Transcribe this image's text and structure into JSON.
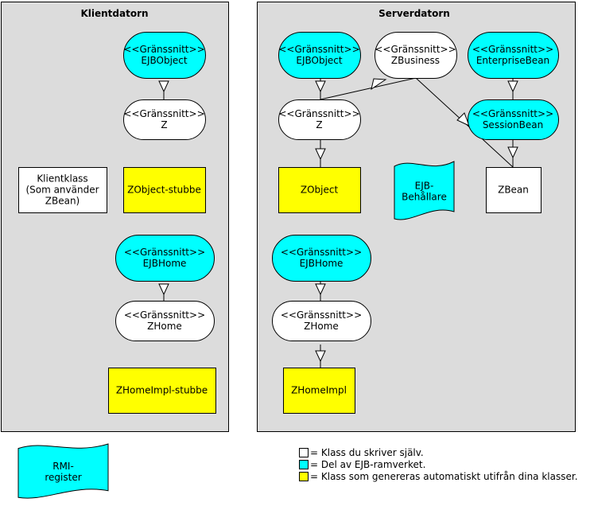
{
  "colors": {
    "panel": "#dcdcdc",
    "white": "#ffffff",
    "cyan": "#00ffff",
    "yellow": "#ffff00"
  },
  "panels": {
    "client": {
      "title": "Klientdatorn"
    },
    "server": {
      "title": "Serverdatorn"
    }
  },
  "nodes": {
    "c_ejbobject": {
      "lines": [
        "<<Gränssnitt>>",
        "EJBObject"
      ]
    },
    "c_z": {
      "lines": [
        "<<Gränssnitt>>",
        "Z"
      ]
    },
    "c_klientklass": {
      "lines": [
        "Klientklass",
        "(Som använder",
        "ZBean)"
      ]
    },
    "c_zobjstub": {
      "lines": [
        "ZObject-stubbe"
      ]
    },
    "c_ejbhome": {
      "lines": [
        "<<Gränssnitt>>",
        "EJBHome"
      ]
    },
    "c_zhome": {
      "lines": [
        "<<Gränssnitt>>",
        "ZHome"
      ]
    },
    "c_zhomestub": {
      "lines": [
        "ZHomeImpl-stubbe"
      ]
    },
    "s_ejbobject": {
      "lines": [
        "<<Gränssnitt>>",
        "EJBObject"
      ]
    },
    "s_zbusiness": {
      "lines": [
        "<<Gränssnitt>>",
        "ZBusiness"
      ]
    },
    "s_entbean": {
      "lines": [
        "<<Gränssnitt>>",
        "EnterpriseBean"
      ]
    },
    "s_z": {
      "lines": [
        "<<Gränssnitt>>",
        "Z"
      ]
    },
    "s_sessbean": {
      "lines": [
        "<<Gränssnitt>>",
        "SessionBean"
      ]
    },
    "s_zobject": {
      "lines": [
        "ZObject"
      ]
    },
    "s_container": {
      "lines": [
        "EJB-",
        "Behållare"
      ]
    },
    "s_zbean": {
      "lines": [
        "ZBean"
      ]
    },
    "s_ejbhome": {
      "lines": [
        "<<Gränssnitt>>",
        "EJBHome"
      ]
    },
    "s_zhome": {
      "lines": [
        "<<Gränssnitt>>",
        "ZHome"
      ]
    },
    "s_zhomeimpl": {
      "lines": [
        "ZHomeImpl"
      ]
    },
    "rmi": {
      "lines": [
        "RMI-",
        "register"
      ]
    }
  },
  "legend": {
    "items": [
      {
        "color": "white",
        "text": "= Klass du skriver själv."
      },
      {
        "color": "cyan",
        "text": "= Del av EJB-ramverket."
      },
      {
        "color": "yellow",
        "text": "= Klass som genereras automatiskt utifrån dina klasser."
      }
    ]
  }
}
